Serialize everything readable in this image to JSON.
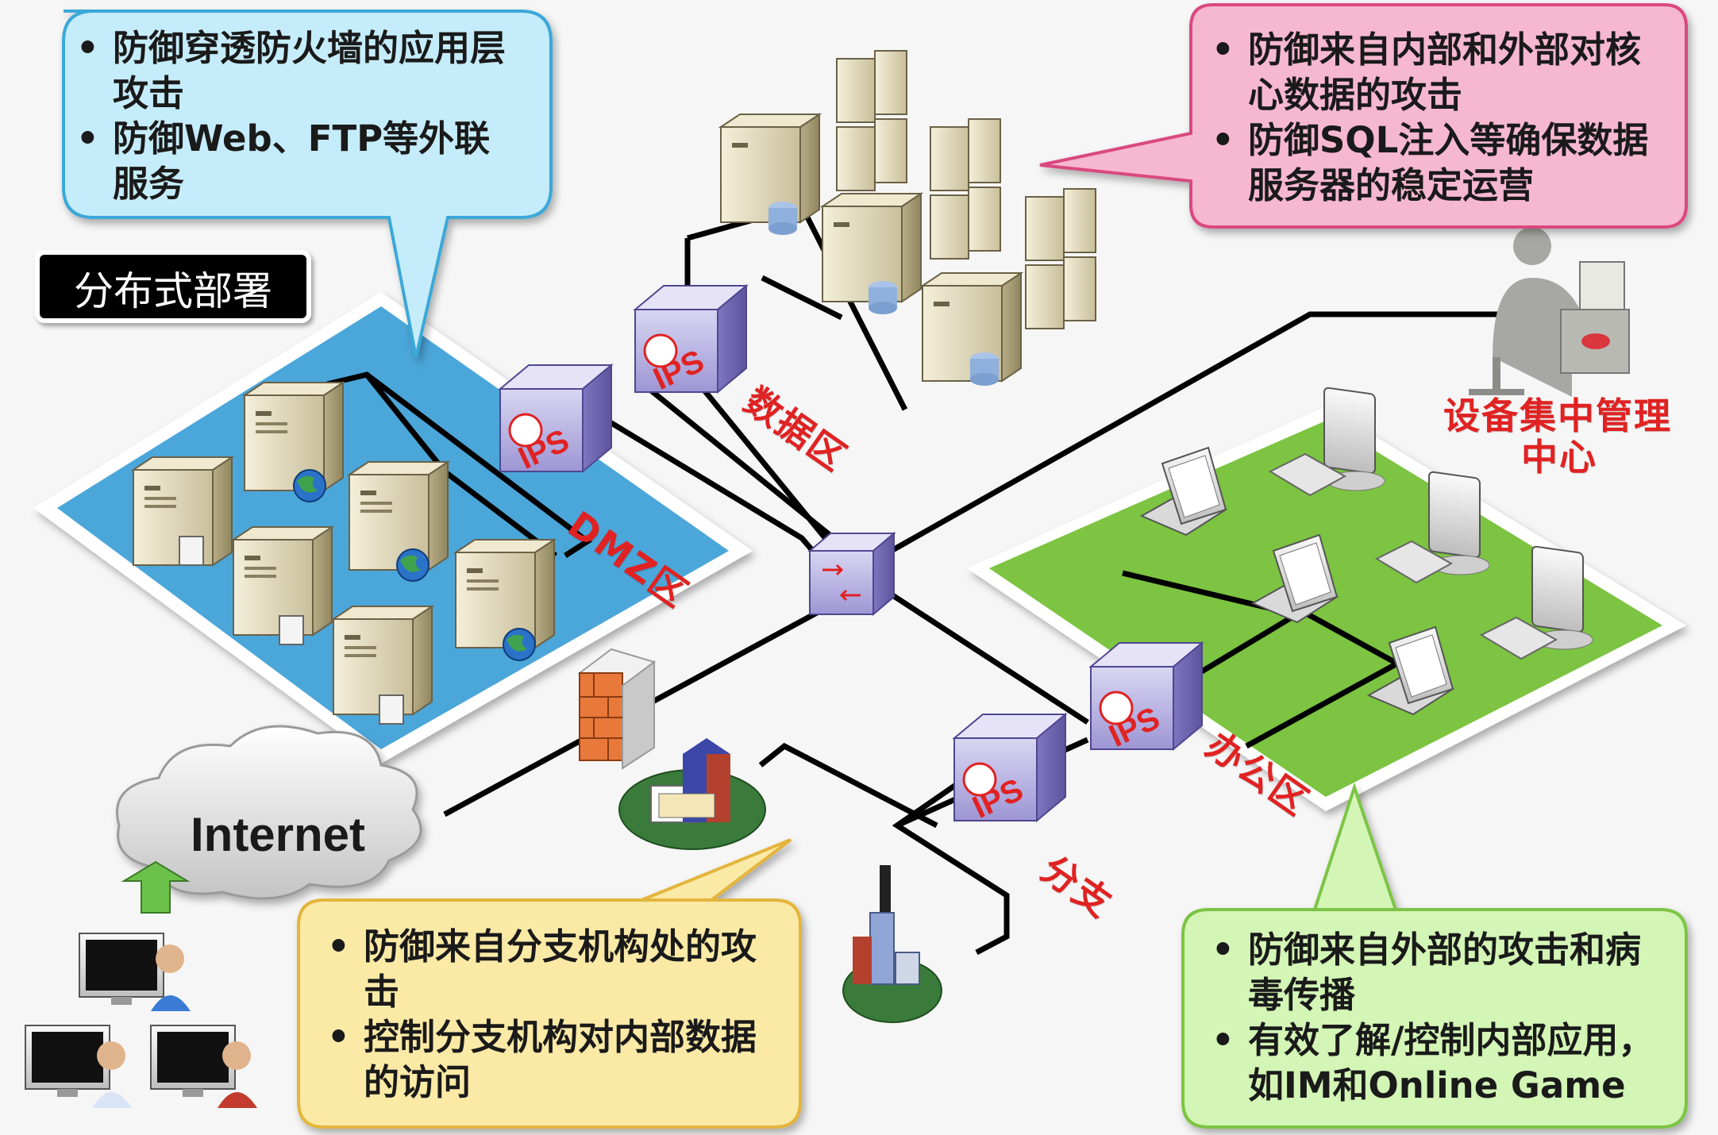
{
  "badge": {
    "label": "分布式部署"
  },
  "internet": {
    "label": "Internet"
  },
  "zones": {
    "dmz": "DMZ区",
    "data": "数据区",
    "office": "办公区",
    "branch": "分支"
  },
  "mgmt_center": {
    "line1": "设备集中管理",
    "line2": "中心"
  },
  "ips_label": "IPS",
  "callouts": {
    "dmz": {
      "items": [
        "防御穿透防火墙的应用层攻击",
        "防御Web、FTP等外联服务"
      ]
    },
    "data": {
      "items": [
        "防御来自内部和外部对核心数据的攻击",
        "防御SQL注入等确保数据服务器的稳定运营"
      ]
    },
    "branch": {
      "items": [
        "防御来自分支机构处的攻击",
        "控制分支机构对内部数据的访问"
      ]
    },
    "office": {
      "items": [
        "防御来自外部的攻击和病毒传播",
        "有效了解/控制内部应用，如IM和Online Game"
      ]
    }
  },
  "colors": {
    "dmz_zone": "#4ba6d9",
    "office_zone": "#7cc441",
    "callout_blue": "#c5ecfa",
    "callout_pink": "#f6b8cf",
    "callout_yellow": "#fbe9a6",
    "callout_green": "#d3f5b6",
    "zone_label": "#e02222"
  }
}
